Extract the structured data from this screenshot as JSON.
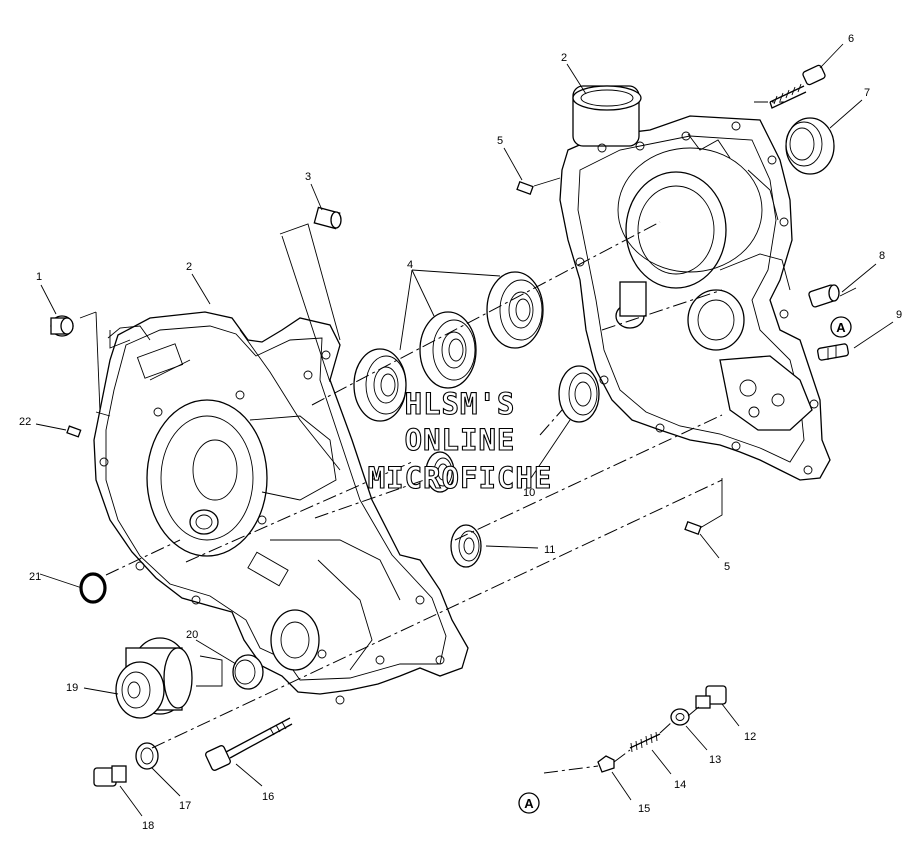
{
  "diagram": {
    "watermark": [
      "HLSM'S",
      "ONLINE",
      "MICROFICHE"
    ],
    "reference_marker": "A",
    "callouts": [
      {
        "id": "c1",
        "text": "1"
      },
      {
        "id": "c2a",
        "text": "2"
      },
      {
        "id": "c2b",
        "text": "2"
      },
      {
        "id": "c3",
        "text": "3"
      },
      {
        "id": "c4",
        "text": "4"
      },
      {
        "id": "c5a",
        "text": "5"
      },
      {
        "id": "c5b",
        "text": "5"
      },
      {
        "id": "c6",
        "text": "6"
      },
      {
        "id": "c7",
        "text": "7"
      },
      {
        "id": "c8",
        "text": "8"
      },
      {
        "id": "c9",
        "text": "9"
      },
      {
        "id": "c10",
        "text": "10"
      },
      {
        "id": "c11",
        "text": "11"
      },
      {
        "id": "c12",
        "text": "12"
      },
      {
        "id": "c13",
        "text": "13"
      },
      {
        "id": "c14",
        "text": "14"
      },
      {
        "id": "c15",
        "text": "15"
      },
      {
        "id": "c16",
        "text": "16"
      },
      {
        "id": "c17",
        "text": "17"
      },
      {
        "id": "c18",
        "text": "18"
      },
      {
        "id": "c19",
        "text": "19"
      },
      {
        "id": "c20",
        "text": "20"
      },
      {
        "id": "c21",
        "text": "21"
      },
      {
        "id": "c22",
        "text": "22"
      }
    ]
  }
}
